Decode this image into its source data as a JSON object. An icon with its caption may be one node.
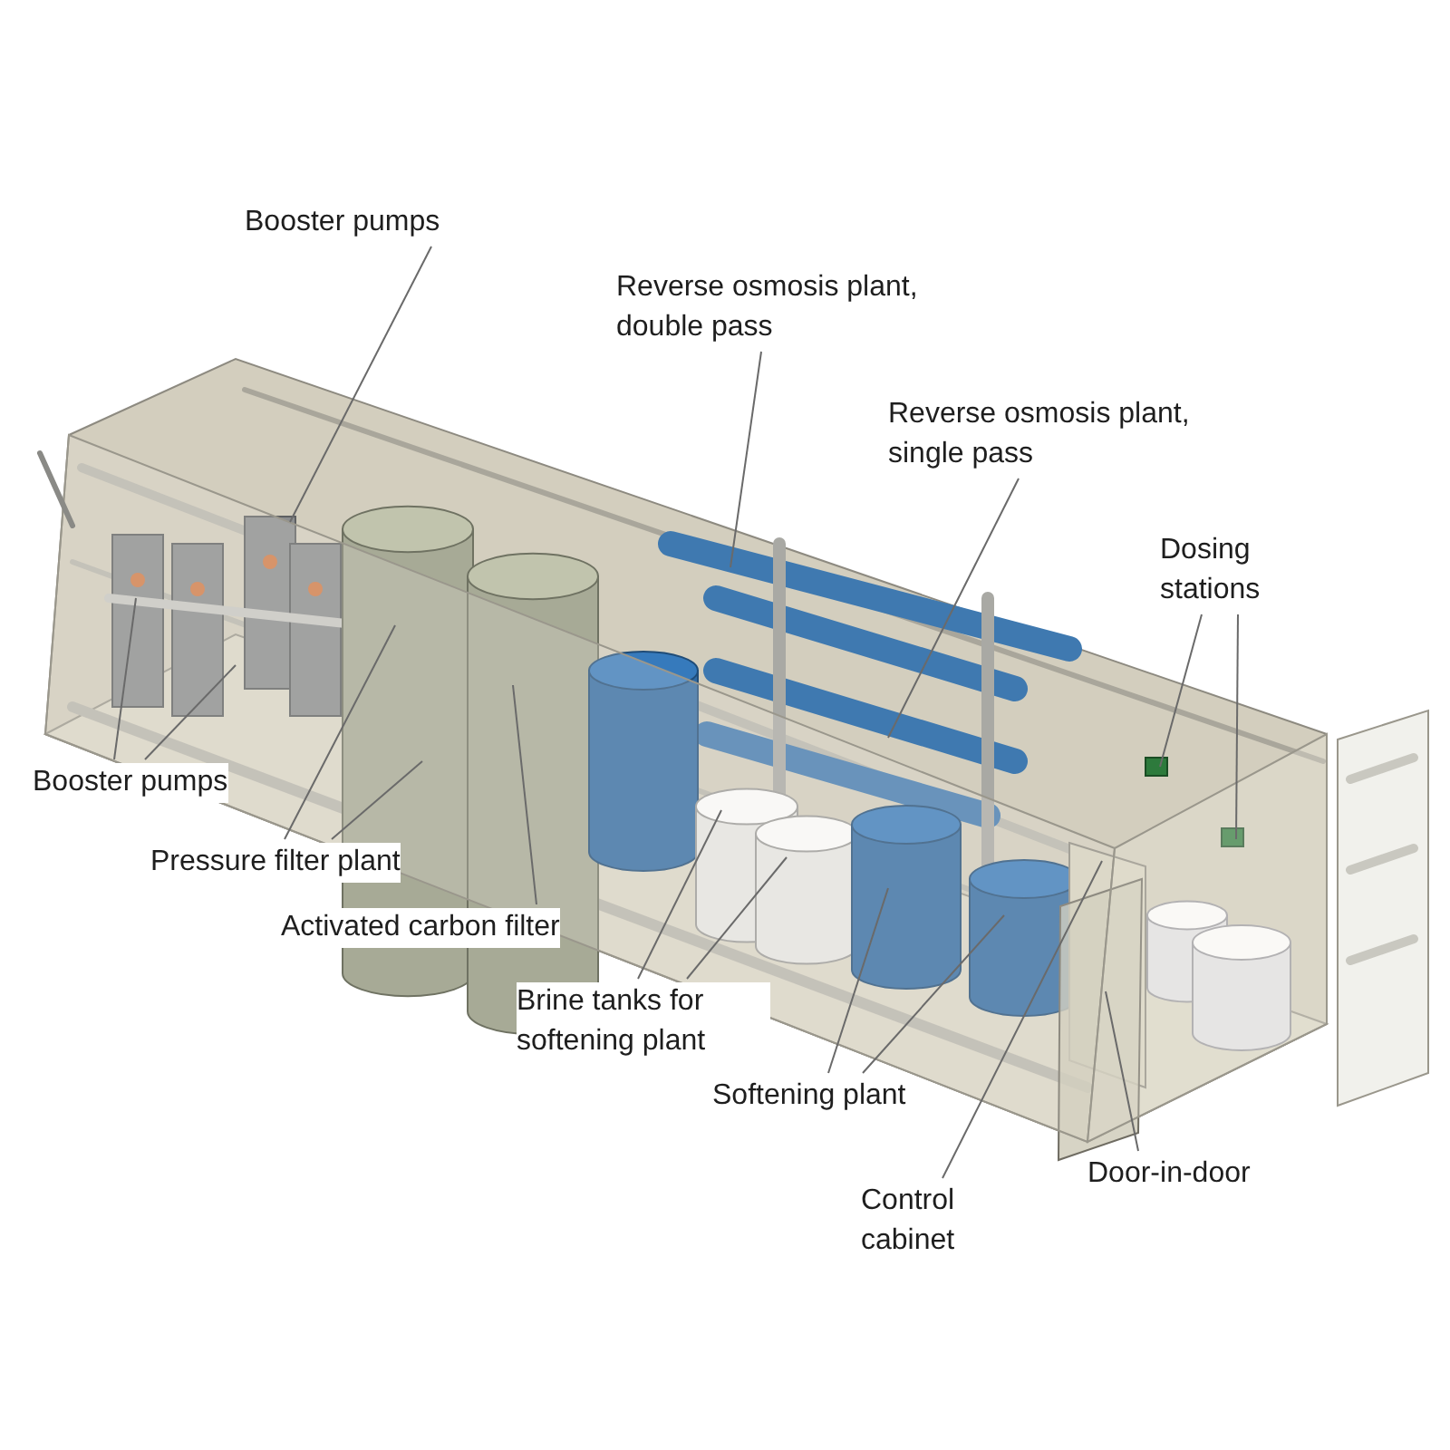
{
  "diagram": {
    "nodes": [
      {
        "text": [
          "Booster pumps"
        ]
      },
      {
        "text": [
          "Reverse osmosis plant, double pass"
        ]
      },
      {
        "text": [
          "Reverse osmosis plant, single pass"
        ]
      },
      {
        "text": [
          "Dosing stations"
        ]
      },
      {
        "text": [
          "Booster pumps"
        ]
      },
      {
        "text": [
          "Pressure filter plant"
        ]
      },
      {
        "text": [
          "Activated carbon filter"
        ]
      },
      {
        "text": [
          "Brine tanks for softening plant"
        ]
      },
      {
        "text": [
          "Softening plant"
        ]
      },
      {
        "text": [
          "Door-in-door"
        ]
      },
      {
        "text": [
          "Control cabinet"
        ]
      }
    ],
    "edges": [
      {
        "from": 0,
        "to": null,
        "arrow": "none"
      },
      {
        "from": 1,
        "to": null,
        "arrow": "none"
      },
      {
        "from": 2,
        "to": null,
        "arrow": "none"
      },
      {
        "from": 3,
        "to": null,
        "arrow": "none"
      },
      {
        "from": 3,
        "to": null,
        "arrow": "none"
      },
      {
        "from": 4,
        "to": null,
        "arrow": "none"
      },
      {
        "from": 4,
        "to": null,
        "arrow": "none"
      },
      {
        "from": 5,
        "to": null,
        "arrow": "none"
      },
      {
        "from": 5,
        "to": null,
        "arrow": "none"
      },
      {
        "from": 6,
        "to": null,
        "arrow": "none"
      },
      {
        "from": 7,
        "to": null,
        "arrow": "none"
      },
      {
        "from": 7,
        "to": null,
        "arrow": "none"
      },
      {
        "from": 8,
        "to": null,
        "arrow": "none"
      },
      {
        "from": 8,
        "to": null,
        "arrow": "none"
      },
      {
        "from": 9,
        "to": null,
        "arrow": "none"
      },
      {
        "from": 10,
        "to": null,
        "arrow": "none"
      }
    ]
  }
}
